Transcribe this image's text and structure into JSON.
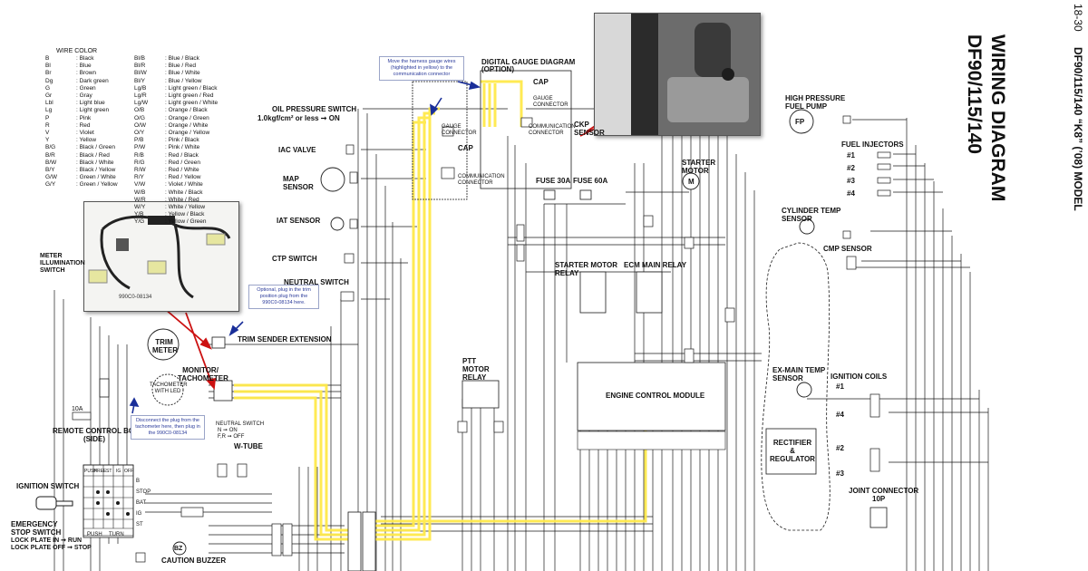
{
  "page_number": "18-30",
  "header_model": "DF90/115/140 “K8” (’08) MODEL",
  "title": "WIRING DIAGRAM",
  "subtitle": "DF90/115/140",
  "wire_color": {
    "heading": "WIRE COLOR",
    "left": [
      [
        "B",
        ": Black"
      ],
      [
        "Bl",
        ": Blue"
      ],
      [
        "Br",
        ": Brown"
      ],
      [
        "Dg",
        ": Dark green"
      ],
      [
        "G",
        ": Green"
      ],
      [
        "Gr",
        ": Gray"
      ],
      [
        "Lbl",
        ": Light blue"
      ],
      [
        "Lg",
        ": Light green"
      ],
      [
        "P",
        ": Pink"
      ],
      [
        "R",
        ": Red"
      ],
      [
        "V",
        ": Violet"
      ],
      [
        "Y",
        ": Yellow"
      ],
      [
        "B/G",
        ": Black / Green"
      ],
      [
        "B/R",
        ": Black / Red"
      ],
      [
        "B/W",
        ": Black / White"
      ],
      [
        "B/Y",
        ": Black / Yellow"
      ],
      [
        "G/W",
        ": Green / White"
      ],
      [
        "G/Y",
        ": Green / Yellow"
      ]
    ],
    "right": [
      [
        "Bl/B",
        ": Blue / Black"
      ],
      [
        "Bl/R",
        ": Blue / Red"
      ],
      [
        "Bl/W",
        ": Blue / White"
      ],
      [
        "Bl/Y",
        ": Blue / Yellow"
      ],
      [
        "Lg/B",
        ": Light green / Black"
      ],
      [
        "Lg/R",
        ": Light green / Red"
      ],
      [
        "Lg/W",
        ": Light green / White"
      ],
      [
        "O/B",
        ": Orange / Black"
      ],
      [
        "O/G",
        ": Orange / Green"
      ],
      [
        "O/W",
        ": Orange / White"
      ],
      [
        "O/Y",
        ": Orange / Yellow"
      ],
      [
        "P/B",
        ": Pink / Black"
      ],
      [
        "P/W",
        ": Pink / White"
      ],
      [
        "R/B",
        ": Red / Black"
      ],
      [
        "R/G",
        ": Red / Green"
      ],
      [
        "R/W",
        ": Red / White"
      ],
      [
        "R/Y",
        ": Red / Yellow"
      ],
      [
        "V/W",
        ": Violet / White"
      ],
      [
        "W/B",
        ": White / Black"
      ],
      [
        "W/R",
        ": White / Red"
      ],
      [
        "W/Y",
        ": White / Yellow"
      ],
      [
        "Y/B",
        ": Yellow / Black"
      ],
      [
        "Y/G",
        ": Yellow / Green"
      ]
    ]
  },
  "labels": {
    "oil_pressure_switch": "OIL PRESSURE SWITCH",
    "oil_pressure_value": "1.0kgf/cm² or less ➞ ON",
    "iac_valve": "IAC VALVE",
    "map_sensor": "MAP SENSOR",
    "iat_sensor": "IAT SENSOR",
    "ctp_switch": "CTP SWITCH",
    "neutral_switch": "NEUTRAL SWITCH",
    "meter_illumination_switch": "METER ILLUMINATION SWITCH",
    "trim_meter": "TRIM METER",
    "trim_sender_extension": "TRIM SENDER EXTENSION",
    "monitor_tachometer": "MONITOR/ TACHOMETER",
    "tachometer_with_led": "TACHOMETER WITH LED",
    "remote_control_box": "REMOTE CONTROL BOX",
    "remote_control_box_side": "(SIDE)",
    "fuse_10a": "10A",
    "ignition_switch": "IGNITION SWITCH",
    "emergency_stop_switch": "EMERGENCY STOP SWITCH",
    "lock_plate_in": "LOCK PLATE IN ➞ RUN",
    "lock_plate_off": "LOCK PLATE OFF ➞ STOP",
    "caution_buzzer": "CAUTION BUZZER",
    "bz": "BZ",
    "w_tube": "W-TUBE",
    "neutral_switch_small": "NEUTRAL SWITCH",
    "neutral_on": "N ➞ ON",
    "neutral_off": "F,R ➞ OFF",
    "digital_gauge_diagram": "DIGITAL GAUGE DIAGRAM",
    "option": "(OPTION)",
    "cap": "CAP",
    "cap2": "CAP",
    "gauge_connector": "GAUGE CONNECTOR",
    "gauge_connector2": "GAUGE CONNECTOR",
    "communication_connector": "COMMUNICATION CONNECTOR",
    "communication_connector2": "COMMUNICATION CONNECTOR",
    "ckp_sensor": "CKP SENSOR",
    "fuse_30a": "FUSE 30A",
    "fuse_60a": "FUSE 60A",
    "starter_motor": "STARTER MOTOR",
    "starter_motor_relay": "STARTER MOTOR RELAY",
    "ecm_main_relay": "ECM MAIN RELAY",
    "ptt_motor_relay": "PTT MOTOR RELAY",
    "engine_control_module": "ENGINE CONTROL MODULE",
    "high_pressure_fuel_pump": "HIGH PRESSURE FUEL PUMP",
    "fp": "FP",
    "fuel_injectors": "FUEL INJECTORS",
    "inj1": "#1",
    "inj2": "#2",
    "inj3": "#3",
    "inj4": "#4",
    "cylinder_temp_sensor": "CYLINDER TEMP SENSOR",
    "cmp_sensor": "CMP SENSOR",
    "ex_main_temp_sensor": "EX-MAIN TEMP SENSOR",
    "ignition_coils": "IGNITION COILS",
    "coil1": "#1",
    "coil2": "#2",
    "coil3": "#3",
    "coil4": "#4",
    "rectifier_regulator": "RECTIFIER & REGULATOR",
    "joint_connector": "JOINT CONNECTOR",
    "joint_connector_pins": "10P",
    "part_number": "990C0-08134",
    "m": "M"
  },
  "ignition_table": {
    "headers": [
      "PUSH",
      "FREE",
      "ST",
      "IG",
      "OFF"
    ],
    "rows": [
      "B",
      "STOP",
      "BAT",
      "IG",
      "ST"
    ],
    "footer": [
      "PUSH",
      "TURN"
    ]
  },
  "notes": {
    "harness": "Move the harness gauge wires (highlighted in yellow) to the communication connector",
    "trim": "Optional, plug in the trim position plug from the 990C0-08134 here.",
    "tach": "Disconnect the plug from the tachometer here, then plug in the 990C0-08134"
  },
  "colors": {
    "highlight": "#ffe94a",
    "arrow_red": "#cc1111",
    "arrow_blue": "#1a2f99",
    "line": "#1a1a1a"
  }
}
